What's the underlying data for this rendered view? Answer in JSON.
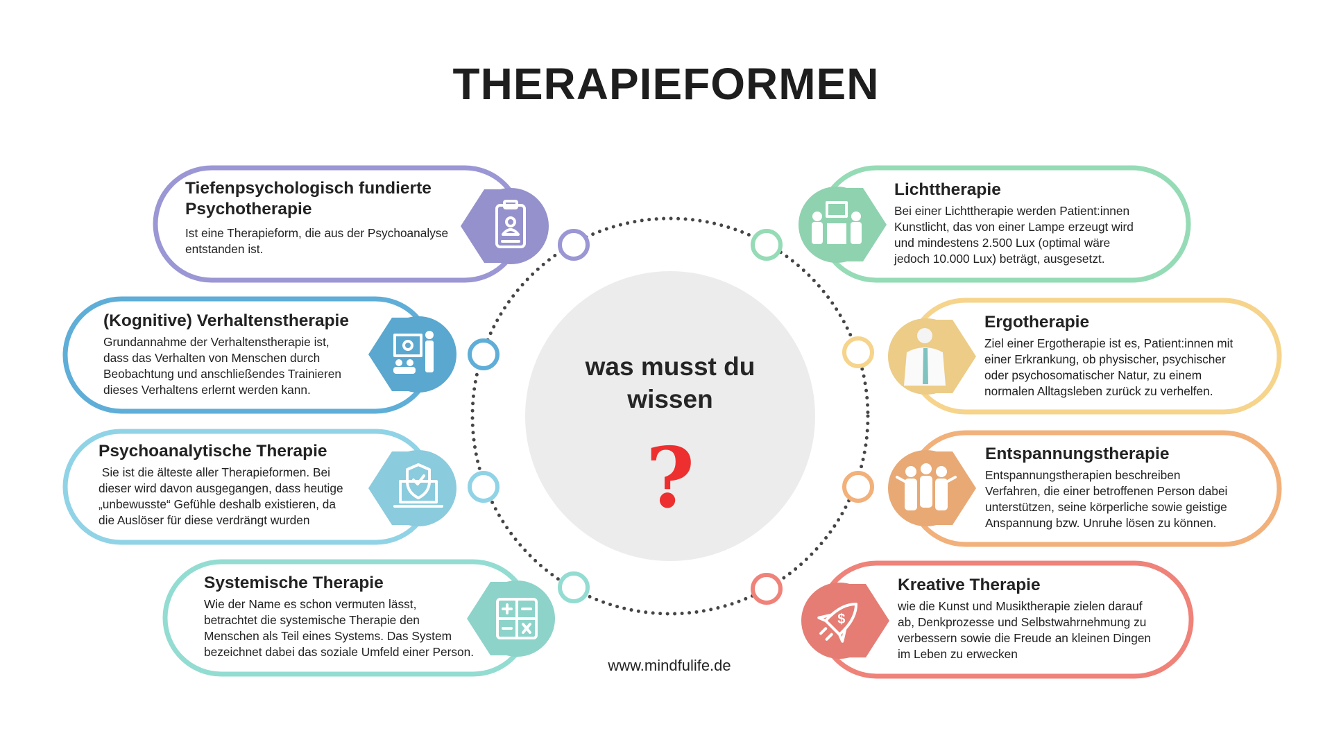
{
  "title": "THERAPIEFORMEN",
  "center": {
    "lines": [
      "was musst du",
      "wissen"
    ],
    "symbol": "?",
    "symbol_color": "#ee2f2f",
    "fill_color": "#ececec"
  },
  "website": "www.mindfulife.de",
  "cards": [
    {
      "title": [
        "Tiefenpsychologisch fundierte",
        "Psychotherapie"
      ],
      "body": [
        "Ist eine Therapieform, die aus der Psychoanalyse",
        "entstanden ist."
      ],
      "color": "#9b97d4",
      "icon": "clipboard-person-icon",
      "side": "left"
    },
    {
      "title": [
        "(Kognitive) Verhaltenstherapie"
      ],
      "body": [
        "Grundannahme der Verhaltenstherapie ist,",
        "dass das Verhalten von Menschen durch",
        "Beobachtung und anschließendes Trainieren",
        "dieses Verhaltens erlernt werden kann."
      ],
      "color": "#5eaed8",
      "icon": "presentation-teacher-icon",
      "side": "left"
    },
    {
      "title": [
        "Psychoanalytische Therapie"
      ],
      "body": [
        " Sie ist die älteste aller Therapieformen. Bei",
        "dieser wird davon ausgegangen, dass heutige",
        "„unbewusste“ Gefühle deshalb existieren, da",
        "die Auslöser für diese verdrängt wurden"
      ],
      "color": "#90d3e6",
      "icon": "laptop-shield-icon",
      "side": "left"
    },
    {
      "title": [
        "Systemische Therapie"
      ],
      "body": [
        "Wie der Name es schon vermuten lässt,",
        "betrachtet die systemische Therapie den",
        "Menschen als Teil eines Systems. Das System",
        "bezeichnet dabei das soziale Umfeld einer Person."
      ],
      "color": "#93dcd2",
      "icon": "calculator-icon",
      "side": "left"
    },
    {
      "title": [
        "Lichttherapie"
      ],
      "body": [
        "Bei einer Lichttherapie werden Patient:innen",
        "Kunstlicht, das von einer Lampe erzeugt wird",
        "und mindestens 2.500 Lux (optimal wäre",
        "jedoch 10.000 Lux) beträgt, ausgesetzt."
      ],
      "color": "#95dbb6",
      "icon": "meeting-table-icon",
      "side": "right"
    },
    {
      "title": [
        "Ergotherapie"
      ],
      "body": [
        "Ziel einer Ergotherapie ist es, Patient:innen mit",
        "einer Erkrankung, ob physischer, psychischer",
        "oder psychosomatischer Natur, zu einem",
        "normalen Alltagsleben zurück zu verhelfen."
      ],
      "color": "#f6d48c",
      "icon": "doctor-icon",
      "side": "right"
    },
    {
      "title": [
        "Entspannungstherapie"
      ],
      "body": [
        "Entspannungstherapien beschreiben",
        "Verfahren, die einer betroffenen Person dabei",
        "unterstützen, seine körperliche sowie geistige",
        "Anspannung bzw. Unruhe lösen zu können."
      ],
      "color": "#f2b07a",
      "icon": "group-people-icon",
      "side": "right"
    },
    {
      "title": [
        "Kreative Therapie"
      ],
      "body": [
        "wie die Kunst und Musiktherapie zielen darauf",
        "ab, Denkprozesse und Selbstwahrnehmung zu",
        "verbessern sowie die Freude an kleinen Dingen",
        "im Leben zu erwecken"
      ],
      "color": "#ef8279",
      "icon": "rocket-dollar-icon",
      "side": "right"
    }
  ]
}
